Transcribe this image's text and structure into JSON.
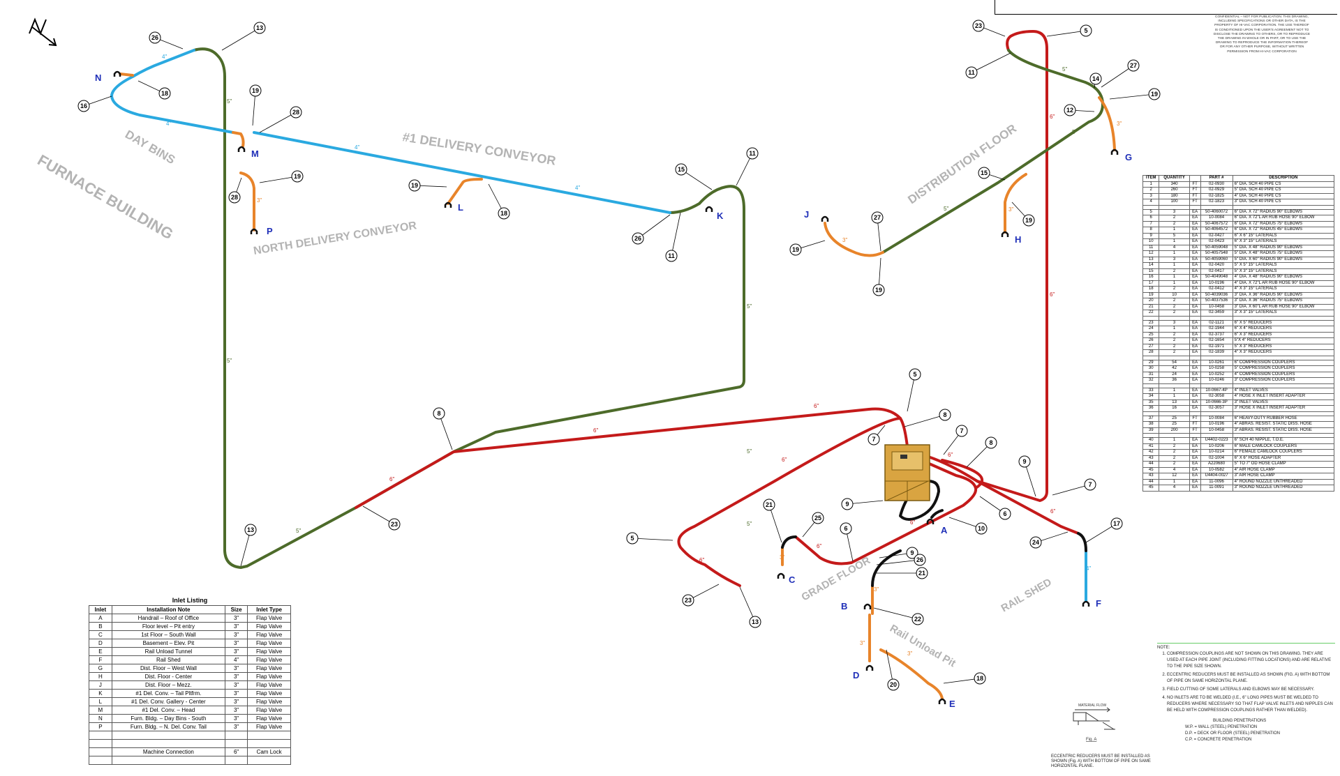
{
  "colors": {
    "six_inch_pipe": "#c41a1a",
    "five_inch_pipe": "#4d6b2a",
    "four_inch_pipe": "#2aa9e0",
    "three_inch_pipe": "#e8842a",
    "hose": "#111111",
    "inlet_letter": "#1f2fb8",
    "area_label": "#b3b3b3"
  },
  "icons": {
    "north_arrow": "north-arrow-icon",
    "machine": "vacuum-machine-icon"
  },
  "area_labels": {
    "furnace_building": "FURNACE BUILDING",
    "day_bins": "DAY BINS",
    "delivery_conveyor": "#1 DELIVERY CONVEYOR",
    "north_delivery_conveyor": "NORTH DELIVERY CONVEYOR",
    "distribution_floor": "DISTRIBUTION FLOOR",
    "grade_floor": "GRADE FLOOR",
    "rail_shed": "RAIL SHED",
    "rail_unload_pit": "Rail Unload Pit"
  },
  "inlets": {
    "A": "A",
    "B": "B",
    "C": "C",
    "D": "D",
    "E": "E",
    "F": "F",
    "G": "G",
    "H": "H",
    "J": "J",
    "K": "K",
    "L": "L",
    "M": "M",
    "N": "N",
    "P": "P"
  },
  "sizes": {
    "six": "6\"",
    "five": "5\"",
    "four": "4\"",
    "three": "3\""
  },
  "callouts": [
    "5",
    "6",
    "7",
    "8",
    "9",
    "10",
    "11",
    "12",
    "13",
    "14",
    "15",
    "16",
    "17",
    "18",
    "19",
    "20",
    "21",
    "22",
    "23",
    "24",
    "25",
    "26",
    "27",
    "28"
  ],
  "inlet_listing": {
    "title": "Inlet Listing",
    "headers": [
      "Inlet",
      "Installation Note",
      "Size",
      "Inlet Type"
    ],
    "rows": [
      [
        "A",
        "Handrail – Roof of Office",
        "3\"",
        "Flap Valve"
      ],
      [
        "B",
        "Floor level – Pit entry",
        "3\"",
        "Flap Valve"
      ],
      [
        "C",
        "1st Floor – South Wall",
        "3\"",
        "Flap Valve"
      ],
      [
        "D",
        "Basement – Elev. Pit",
        "3\"",
        "Flap Valve"
      ],
      [
        "E",
        "Rail Unload Tunnel",
        "3\"",
        "Flap Valve"
      ],
      [
        "F",
        "Rail Shed",
        "4\"",
        "Flap Valve"
      ],
      [
        "G",
        "Dist. Floor – West Wall",
        "3\"",
        "Flap Valve"
      ],
      [
        "H",
        "Dist. Floor - Center",
        "3\"",
        "Flap Valve"
      ],
      [
        "J",
        "Dist. Floor – Mezz.",
        "3\"",
        "Flap Valve"
      ],
      [
        "K",
        "#1 Del. Conv. – Tail Pltfrm.",
        "3\"",
        "Flap Valve"
      ],
      [
        "L",
        "#1 Del. Conv. Gallery - Center",
        "3\"",
        "Flap Valve"
      ],
      [
        "M",
        "#1 Del. Conv. – Head",
        "3\"",
        "Flap Valve"
      ],
      [
        "N",
        "Furn. Bldg. – Day Bins - South",
        "3\"",
        "Flap Valve"
      ],
      [
        "P",
        "Furn. Bldg. – N. Del. Conv. Tail",
        "3\"",
        "Flap Valve"
      ]
    ],
    "machine_row": [
      "",
      "Machine Connection",
      "6\"",
      "Cam Lock"
    ]
  },
  "bom": {
    "headers": [
      "ITEM",
      "QUANTITY",
      "",
      "PART #",
      "DESCRIPTION"
    ],
    "groups": [
      [
        [
          "1",
          "340",
          "FT",
          "02-0930",
          "6\" DIA. SCH 40 PIPE CS"
        ],
        [
          "2",
          "260",
          "FT",
          "02-0929",
          "5\" DIA. SCH 40 PIPE CS"
        ],
        [
          "3",
          "180",
          "FT",
          "02-1825",
          "4\" DIA. SCH 40 PIPE CS"
        ],
        [
          "4",
          "100",
          "FT",
          "02-1823",
          "3\" DIA. SCH 40 PIPE CS"
        ]
      ],
      [
        [
          "5",
          "3",
          "EA",
          "50-4060072",
          "6\" DIA. X 72\" RADIUS 90° ELBOWS"
        ],
        [
          "6",
          "2",
          "EA",
          "10-0084",
          "6\" DIA. X 72\"L AR RUB HOSE 90° ELBOW"
        ],
        [
          "7",
          "2",
          "EA",
          "50-4067572",
          "6\" DIA. X 72\" RADIUS 75° ELBOWS"
        ],
        [
          "8",
          "1",
          "EA",
          "50-4064572",
          "6\" DIA. X 72\" RADIUS 45° ELBOWS"
        ],
        [
          "9",
          "5",
          "EA",
          "02-0427",
          "6\" X 6\" 15° LATERALS"
        ],
        [
          "10",
          "1",
          "EA",
          "02-0423",
          "6\" X 3\" 15° LATERALS"
        ],
        [
          "11",
          "4",
          "EA",
          "50-4059048",
          "5\" DIA. X 48\" RADIUS 90° ELBOWS"
        ],
        [
          "12",
          "1",
          "EA",
          "50-4057548",
          "5\" DIA. X 48\" RADIUS 75° ELBOWS"
        ],
        [
          "13",
          "3",
          "EA",
          "50-4059060",
          "5\" DIA. X 60\" RADIUS 90° ELBOWS"
        ],
        [
          "14",
          "1",
          "EA",
          "02-0420",
          "5\" X 5\" 15° LATERALS"
        ],
        [
          "15",
          "2",
          "EA",
          "02-0417",
          "5\" X 3\" 15° LATERALS"
        ],
        [
          "16",
          "1",
          "EA",
          "50-4049048",
          "4\" DIA. X 48\" RADIUS 90° ELBOWS"
        ],
        [
          "17",
          "1",
          "EA",
          "10-0196",
          "4\" DIA. X 72\"L AR RUB HOSE 90° ELBOW"
        ],
        [
          "18",
          "2",
          "EA",
          "02-0412",
          "4\" X 3\" 15° LATERALS"
        ],
        [
          "19",
          "10",
          "EA",
          "50-4039036",
          "3\" DIA. X 36\" RADIUS 90° ELBOWS"
        ],
        [
          "20",
          "2",
          "EA",
          "50-4037536",
          "3\" DIA. X 36\" RADIUS 75° ELBOWS"
        ],
        [
          "21",
          "2",
          "EA",
          "10-0458",
          "3\" DIA. X 60\"L AR RUB HOSE 90° ELBOW"
        ],
        [
          "22",
          "2",
          "EA",
          "02-3459",
          "3\" X 3\" 15° LATERALS"
        ]
      ],
      [
        [
          "23",
          "3",
          "EA",
          "02-1121",
          "6\" X 5\" REDUCERS"
        ],
        [
          "24",
          "1",
          "EA",
          "02-1944",
          "6\" X 4\" REDUCERS"
        ],
        [
          "25",
          "2",
          "EA",
          "02-3737",
          "6\" X 3\" REDUCERS"
        ],
        [
          "26",
          "2",
          "EA",
          "02-1654",
          "5\"X 4\" REDUCERS"
        ],
        [
          "27",
          "2",
          "EA",
          "02-1971",
          "5\" X 3\" REDUCERS"
        ],
        [
          "28",
          "2",
          "EA",
          "02-1839",
          "4\" X 3\" REDUCERS"
        ]
      ],
      [
        [
          "29",
          "54",
          "EA",
          "10-0261",
          "6\" COMPRESSION COUPLERS"
        ],
        [
          "30",
          "42",
          "EA",
          "10-0258",
          "5\" COMPRESSION COUPLERS"
        ],
        [
          "31",
          "24",
          "EA",
          "10-0252",
          "4\" COMPRESSION COUPLERS"
        ],
        [
          "32",
          "36",
          "EA",
          "10-0246",
          "3\" COMPRESSION COUPLERS"
        ]
      ],
      [
        [
          "33",
          "1",
          "EA",
          "10-0667-4P",
          "4\" INLET VALVES"
        ],
        [
          "34",
          "1",
          "EA",
          "02-3058",
          "4\" HOSE X INLET INSERT ADAPTER"
        ],
        [
          "35",
          "13",
          "EA",
          "10-0666-3P",
          "3\" INLET VALVES"
        ],
        [
          "36",
          "16",
          "EA",
          "02-3057",
          "3\" HOSE X INLET INSERT ADAPTER"
        ]
      ],
      [
        [
          "37",
          "25",
          "FT",
          "10-0084",
          "6\" HEAVY-DUTY RUBBER HOSE"
        ],
        [
          "38",
          "25",
          "FT",
          "10-0196",
          "4\" ABRAS. RESIST. STATIC DISS. HOSE"
        ],
        [
          "39",
          "200",
          "FT",
          "10-0458",
          "3\" ABRAS. RESIST. STATIC DISS. HOSE"
        ]
      ],
      [
        [
          "40",
          "1",
          "EA",
          "U4402-0223",
          "6\" SCH 40 NIPPLE, T.O.E."
        ],
        [
          "41",
          "2",
          "EA",
          "10-0206",
          "6\" MALE CAMLOCK COUPLERS"
        ],
        [
          "42",
          "2",
          "EA",
          "10-0214",
          "6\" FEMALE CAMLOCK COUPLERS"
        ],
        [
          "43",
          "2",
          "EA",
          "02-1004",
          "6\" X 6\" HOSE ADAPTER"
        ],
        [
          "44",
          "2",
          "EA",
          "A220680",
          "5\" TO 7\" OD HOSE CLAMP"
        ],
        [
          "45",
          "4",
          "EA",
          "10-0582",
          "4\" AIR HOSE CLAMP"
        ],
        [
          "43",
          "12",
          "EA",
          "U4404-0027",
          "3\" AIR HOSE CLAMP"
        ],
        [
          "44",
          "1",
          "EA",
          "11-0096",
          "4\" ROUND NOZZLE UNTHREADED"
        ],
        [
          "45",
          "4",
          "EA",
          "11-0091",
          "3\" ROUND NOZZLE UNTHREADED"
        ]
      ]
    ]
  },
  "confidential": "CONFIDENTIAL – NOT FOR PUBLICATION. THIS DRAWING, INCLUDING SPECIFICATIONS OR OTHER DATA, IS THE PROPERTY OF HI-VAC CORPORATION. THE USE THEREOF IS CONDITIONED UPON THE USER'S AGREEMENT NOT TO DISCLOSE THE DRAWING TO OTHERS, OR TO REPRODUCE THE DRAWING IN WHOLE OR IN PART, OR TO USE THE DRAWING TO REPRODUCE THE INFORMATION THEREOF OR FOR ANY OTHER PURPOSE, WITHOUT WRITTEN PERMISSION FROM HI-VAC CORPORATION",
  "notes": {
    "heading": "NOTE:",
    "items": [
      "COMPRESSION COUPLINGS ARE NOT SHOWN ON THIS DRAWING. THEY ARE USED AT EACH PIPE JOINT (INCLUDING FITTING LOCATIONS) AND ARE RELATIVE TO THE PIPE SIZE SHOWN.",
      "ECCENTRIC REDUCERS MUST BE INSTALLED AS SHOWN (FIG. A) WITH BOTTOM OF PIPE ON SAME HORIZONTAL PLANE.",
      "FIELD CUTTING OF SOME LATERALS AND ELBOWS MAY BE NECESSARY.",
      "NO INLETS ARE TO BE WELDED (I.E., 6\" LONG PIPES MUST BE WELDED TO REDUCERS WHERE NECESSARY SO THAT FLAP VALVE INLETS AND NIPPLES CAN BE HELD WITH COMPRESSION COUPLINGS RATHER THAN WELDED)."
    ],
    "penetrations_heading": "BUILDING PENETRATIONS",
    "penetrations": [
      "W.P. = WALL (STEEL) PENETRATION",
      "D.P. = DECK OR FLOOR (STEEL) PENETRATION",
      "C.P. = CONCRETE PENETRATION"
    ]
  },
  "eccentric_note": "ECCENTRIC REDUCERS MUST BE INSTALLED AS SHOWN (Fig. A) WITH BOTTOM OF PIPE ON SAME HORIZONTAL PLANE.",
  "fig_a": {
    "label": "Fig. A",
    "material_flow": "MATERIAL FLOW"
  }
}
